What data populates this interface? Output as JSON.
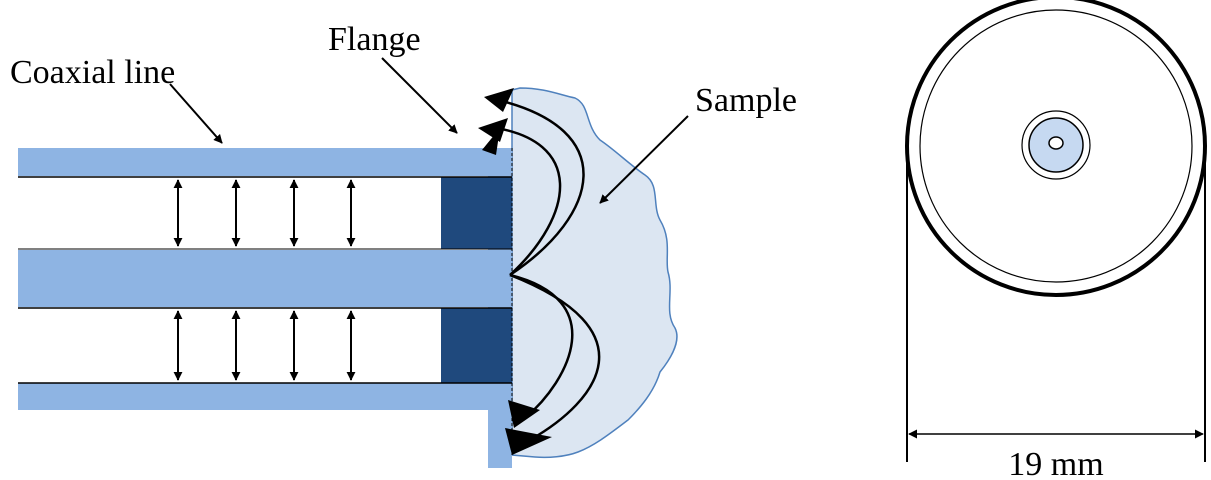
{
  "labels": {
    "coaxial_line": "Coaxial line",
    "flange": "Flange",
    "sample": "Sample",
    "diameter": "19 mm"
  },
  "colors": {
    "conductor": "#8eb4e3",
    "dielectric_plug": "#1f497d",
    "sample_fill": "#dce6f2",
    "sample_edge": "#4f81bd",
    "inner_disk": "#c6d9f1",
    "line": "#000000"
  }
}
